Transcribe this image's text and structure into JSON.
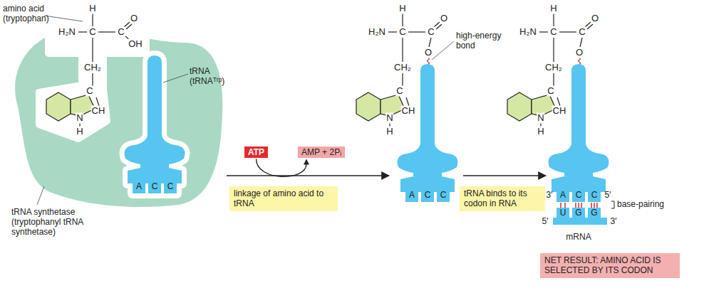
{
  "diagram": {
    "nodes": [
      {
        "text": [
          "ATP"
        ]
      },
      {
        "text": [
          "AMP + 2Pᵢ"
        ]
      },
      {
        "text": [
          "linkage of amino acid to tRNA"
        ]
      },
      {
        "text": [
          "tRNA binds to its codon in RNA"
        ]
      },
      {
        "text": [
          "NET RESULT: AMINO ACID IS SELECTED BY ITS CODON"
        ]
      }
    ],
    "edges": [
      {
        "from": 0,
        "to": 1,
        "arrow": "to"
      }
    ],
    "labels": [
      "amino acid (tryptophan)",
      "tRNA (tRNAᵀʳᵖ)",
      "tRNA synthetase (tryptophanyl tRNA synthetase)",
      "H",
      "H₂N",
      "C",
      "C",
      "O",
      "OH",
      "CH₂",
      "C",
      "CH",
      "N",
      "H",
      "A",
      "C",
      "C",
      "H",
      "H₂N",
      "C",
      "C",
      "O",
      "O",
      "CH₂",
      "C",
      "CH",
      "N",
      "H",
      "high-energy bond",
      "A",
      "C",
      "C",
      "H",
      "H₂N",
      "C",
      "C",
      "O",
      "O",
      "CH₂",
      "C",
      "CH",
      "N",
      "H",
      "3′",
      "A",
      "C",
      "C",
      "5′",
      "U",
      "G",
      "G",
      "base-pairing",
      "5′",
      "3′",
      "mRNA"
    ]
  }
}
